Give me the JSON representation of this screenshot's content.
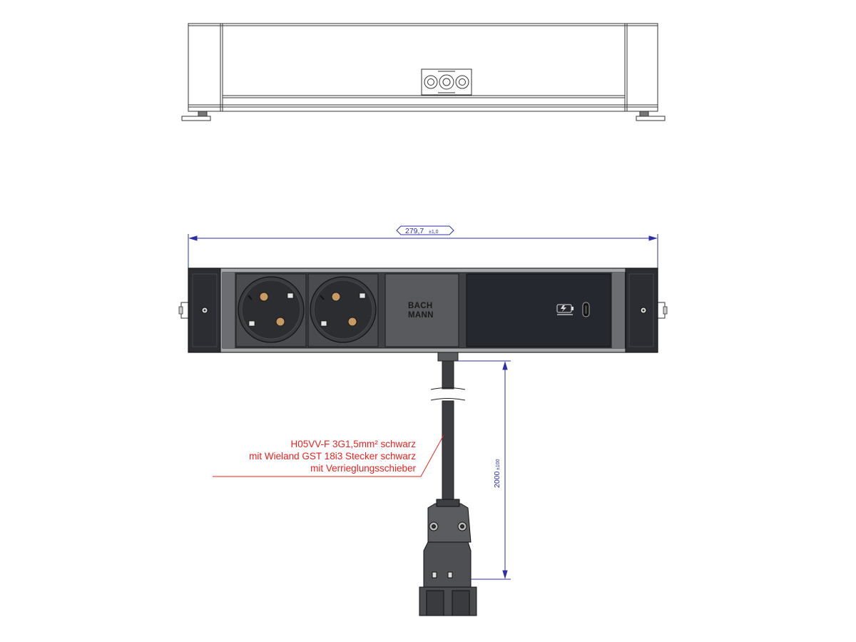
{
  "dimensions": {
    "width": {
      "value": "279,7",
      "tolerance": "±1,0"
    },
    "cable_length": {
      "value": "2000",
      "tolerance": "±100"
    }
  },
  "brand": {
    "line1": "BACH",
    "line2": "MANN"
  },
  "cable_callout": {
    "line1": "H05VV-F 3G1,5mm² schwarz",
    "line2": "mit Wieland GST 18i3 Stecker schwarz",
    "line3": "mit Verrieglungsschieber"
  },
  "colors": {
    "dimension": "#2d2fa8",
    "callout": "#e8231f",
    "housing": "#2b2d33",
    "socket": "#4a4b4f",
    "contact": "#c79a62"
  },
  "icons": [
    "schuko-socket-icon",
    "schuko-socket-icon",
    "usb-charger-icon",
    "usb-c-port-icon",
    "gst18-connector-icon"
  ]
}
